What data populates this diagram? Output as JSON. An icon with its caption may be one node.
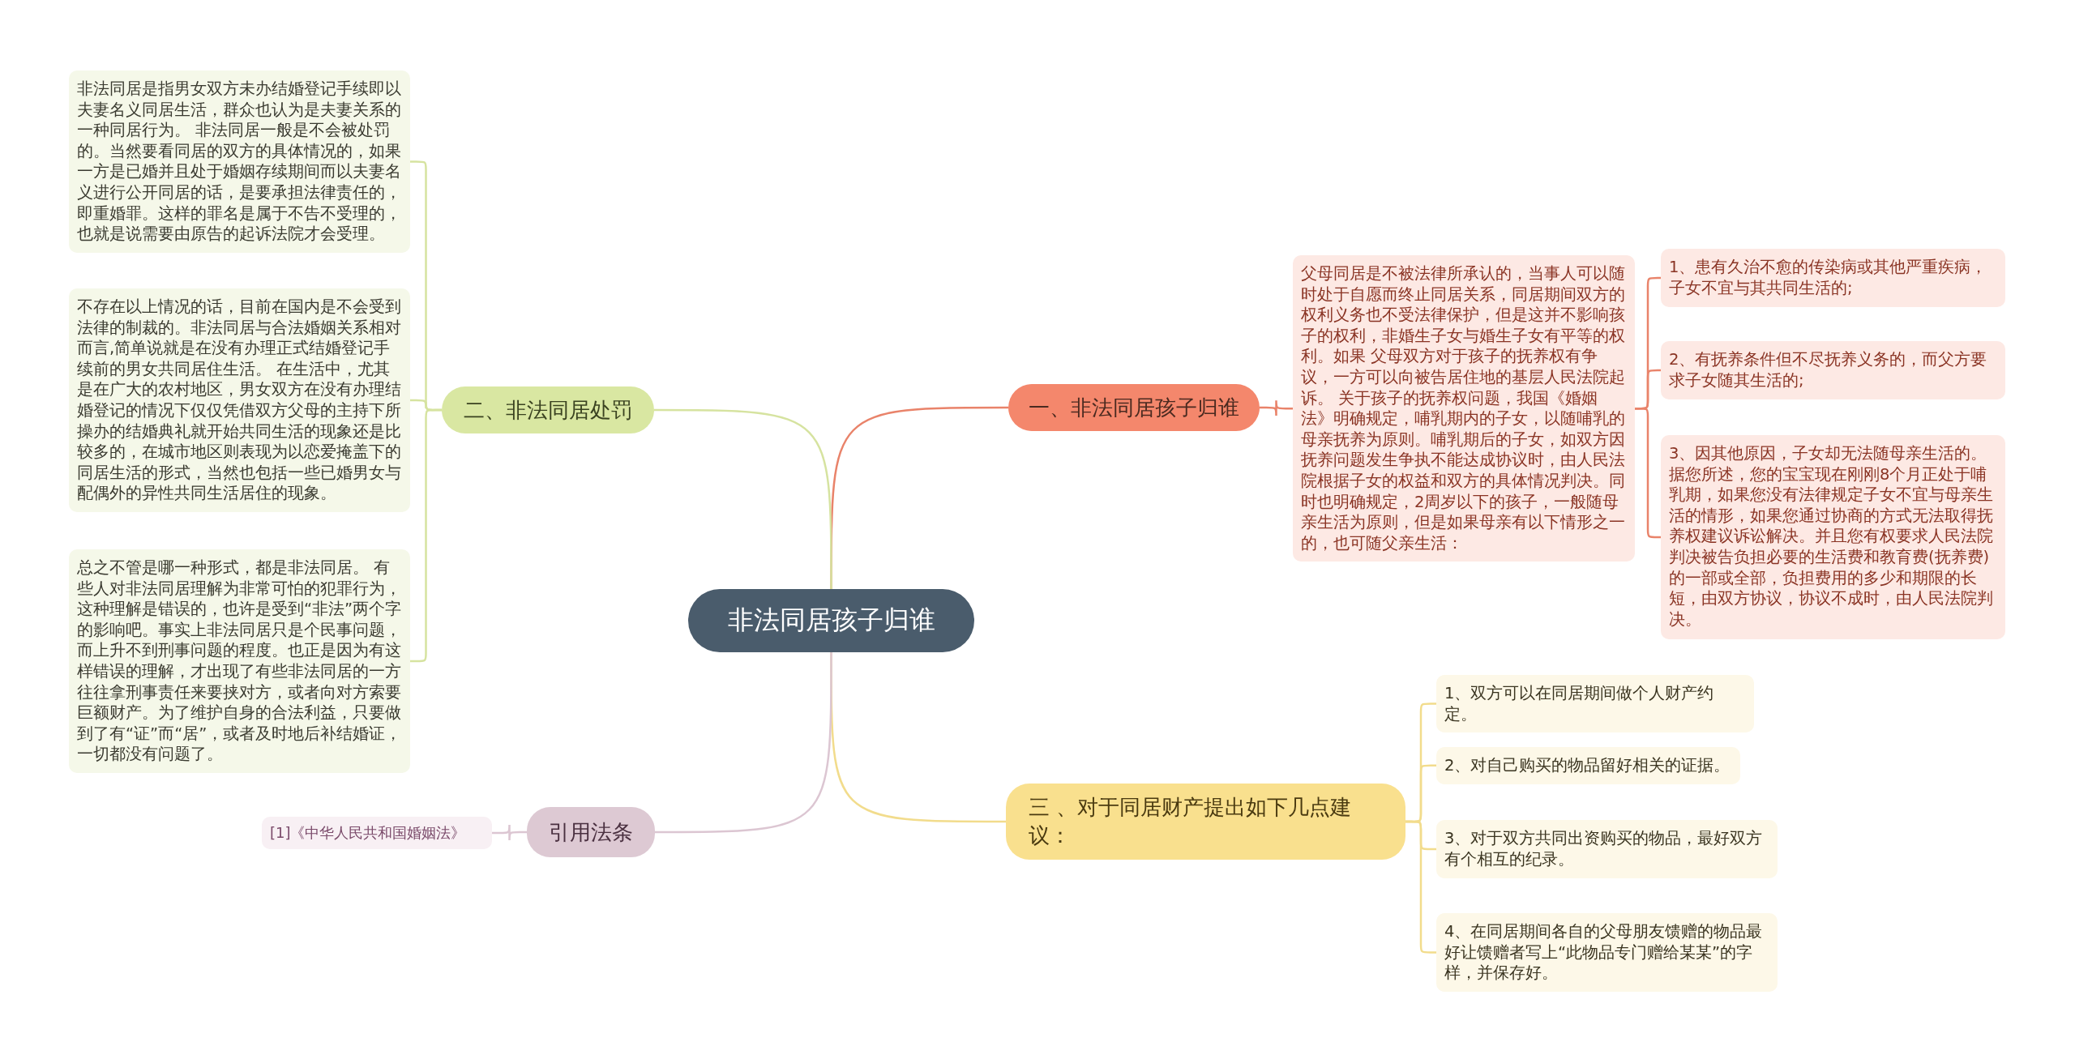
{
  "diagram": {
    "nodes": [
      {
        "text": [
          "非法同居孩子归谁"
        ]
      },
      {
        "text": [
          "一、非法同居孩子归谁"
        ]
      },
      {
        "text": [
          "父母同居是不被法律所承认的，当事人可以随时处于自愿而终止同居关系，同居期间双方的权利义务也不受法律保护，但是这并不影响孩子的权利，非婚生子女与婚生子女有平等的权利。如果 父母双方对于孩子的抚养权有争议，一方可以向被告居住地的基层人民法院起诉。 关于孩子的抚养权问题，我国《婚姻法》明确规定，哺乳期内的子女，以随哺乳的母亲抚养为原则。哺乳期后的子女，如双方因抚养问题发生争执不能达成协议时，由人民法院根据子女的权益和双方的具体情况判决。同时也明确规定，2周岁以下的孩子，一般随母亲生活为原则，但是如果母亲有以下情形之一的，也可随父亲生活："
        ]
      },
      {
        "text": [
          "1、患有久治不愈的传染病或其他严重疾病，子女不宜与其共同生活的;"
        ]
      },
      {
        "text": [
          "2、有抚养条件但不尽抚养义务的，而父方要求子女随其生活的;"
        ]
      },
      {
        "text": [
          "3、因其他原因，子女却无法随母亲生活的。据您所述，您的宝宝现在刚刚8个月正处于哺乳期，如果您没有法律规定子女不宜与母亲生活的情形，如果您通过协商的方式无法取得抚养权建议诉讼解决。并且您有权要求人民法院判决被告负担必要的生活费和教育费(抚养费)的一部或全部，负担费用的多少和期限的长短，由双方协议，协议不成时，由人民法院判决。"
        ]
      },
      {
        "text": [
          "二、非法同居处罚"
        ]
      },
      {
        "text": [
          "非法同居是指男女双方未办结婚登记手续即以夫妻名义同居生活，群众也认为是夫妻关系的一种同居行为。 非法同居一般是不会被处罚的。当然要看同居的双方的具体情况的，如果一方是已婚并且处于婚姻存续期间而以夫妻名义进行公开同居的话，是要承担法律责任的，即重婚罪。这样的罪名是属于不告不受理的，也就是说需要由原告的起诉法院才会受理。"
        ]
      },
      {
        "text": [
          "不存在以上情况的话，目前在国内是不会受到法律的制裁的。非法同居与合法婚姻关系相对而言,简单说就是在没有办理正式结婚登记手续前的男女共同居住生活。 在生活中，尤其是在广大的农村地区，男女双方在没有办理结婚登记的情况下仅仅凭借双方父母的主持下所操办的结婚典礼就开始共同生活的现象还是比较多的，在城市地区则表现为以恋爱掩盖下的同居生活的形式，当然也包括一些已婚男女与配偶外的异性共同生活居住的现象。"
        ]
      },
      {
        "text": [
          "总之不管是哪一种形式，都是非法同居。 有些人对非法同居理解为非常可怕的犯罪行为，这种理解是错误的，也许是受到“非法”两个字的影响吧。事实上非法同居只是个民事问题，而上升不到刑事问题的程度。也正是因为有这样错误的理解，才出现了有些非法同居的一方往往拿刑事责任来要挟对方，或者向对方索要巨额财产。为了维护自身的合法利益，只要做到了有“证”而“居”，或者及时地后补结婚证，一切都没有问题了。"
        ]
      },
      {
        "text": [
          "三 、对于同居财产提出如下几点建议："
        ]
      },
      {
        "text": [
          "1、双方可以在同居期间做个人财产约定。"
        ]
      },
      {
        "text": [
          "2、对自己购买的物品留好相关的证据。"
        ]
      },
      {
        "text": [
          "3、对于双方共同出资购买的物品，最好双方有个相互的纪录。"
        ]
      },
      {
        "text": [
          "4、在同居期间各自的父母朋友馈赠的物品最好让馈赠者写上“此物品专门赠给某某”的字样，并保存好。"
        ]
      },
      {
        "text": [
          "引用法条"
        ]
      },
      {
        "text": [
          "[1]《中华人民共和国婚姻法》"
        ]
      }
    ],
    "edges": [
      {
        "from": 0,
        "to": 1,
        "arrow": "none",
        "color": "#e9836a"
      },
      {
        "from": 1,
        "to": 2,
        "arrow": "none",
        "color": "#e9836a"
      },
      {
        "from": 2,
        "to": 3,
        "arrow": "none",
        "color": "#e9836a"
      },
      {
        "from": 2,
        "to": 4,
        "arrow": "none",
        "color": "#e9836a"
      },
      {
        "from": 2,
        "to": 5,
        "arrow": "none",
        "color": "#e9836a"
      },
      {
        "from": 0,
        "to": 6,
        "arrow": "none",
        "color": "#d6e3a0"
      },
      {
        "from": 6,
        "to": 7,
        "arrow": "none",
        "color": "#d6e3a0"
      },
      {
        "from": 6,
        "to": 8,
        "arrow": "none",
        "color": "#d6e3a0"
      },
      {
        "from": 6,
        "to": 9,
        "arrow": "none",
        "color": "#d6e3a0"
      },
      {
        "from": 0,
        "to": 10,
        "arrow": "none",
        "color": "#f2dc8c"
      },
      {
        "from": 10,
        "to": 11,
        "arrow": "none",
        "color": "#f2dc8c"
      },
      {
        "from": 10,
        "to": 12,
        "arrow": "none",
        "color": "#f2dc8c"
      },
      {
        "from": 10,
        "to": 13,
        "arrow": "none",
        "color": "#f2dc8c"
      },
      {
        "from": 10,
        "to": 14,
        "arrow": "none",
        "color": "#f2dc8c"
      },
      {
        "from": 0,
        "to": 15,
        "arrow": "none",
        "color": "#dcc6d2"
      },
      {
        "from": 15,
        "to": 16,
        "arrow": "none",
        "color": "#dcc6d2"
      }
    ]
  }
}
